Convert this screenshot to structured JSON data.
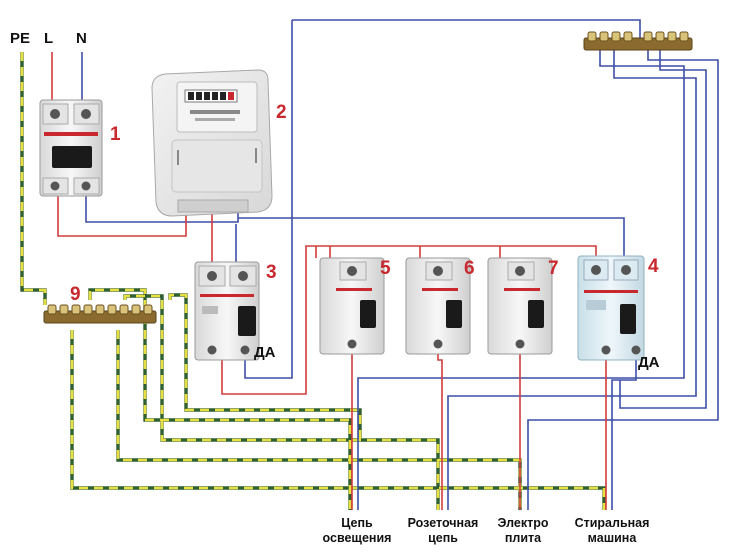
{
  "terminals": {
    "pe": "PE",
    "l": "L",
    "n": "N"
  },
  "numbers": {
    "n1": "1",
    "n2": "2",
    "n3": "3",
    "n4": "4",
    "n5": "5",
    "n6": "6",
    "n7": "7",
    "n9": "9"
  },
  "rcd_labels": {
    "rcd3": "ДА",
    "rcd4": "ДА"
  },
  "circuits": {
    "lighting": {
      "line1": "Цепь",
      "line2": "освещения"
    },
    "sockets": {
      "line1": "Розеточная",
      "line2": "цепь"
    },
    "stove": {
      "line1": "Электро",
      "line2": "плита"
    },
    "washer": {
      "line1": "Стиральная",
      "line2": "машина"
    }
  },
  "colors": {
    "phase": "#d23c3c",
    "neutral": "#3d4fa8",
    "ground_yellow": "#e8e040",
    "ground_green": "#2f5e2f",
    "label_red": "#c8282e"
  }
}
